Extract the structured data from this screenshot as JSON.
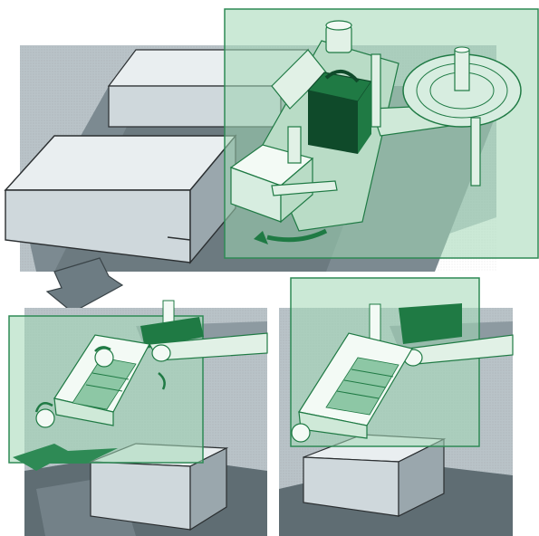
{
  "colors": {
    "background": "#ffffff",
    "panel_gray": "#b9c3c8",
    "panel_gray_dark": "#8d9aa1",
    "belt_dark": "#5f6d73",
    "box_light": "#e9eef0",
    "box_mid": "#cfd8dc",
    "box_dark": "#9aa7ad",
    "highlight_green": "#cfe9d8",
    "highlight_green_alpha": "rgba(160,215,180,0.55)",
    "frame_green": "#2e8a55",
    "machine_green": "#1f7a44",
    "machine_dark": "#0f4a2a",
    "line_dark": "#2b2f31"
  },
  "scenes": {
    "top": {
      "name": "print-and-apply-overview"
    },
    "bottom_left": {
      "name": "tamp-pad-applying-label"
    },
    "bottom_right": {
      "name": "tamp-pad-retracted"
    }
  },
  "icons": {
    "direction": "arrow-down-icon",
    "rotation": "curved-arrow-icon"
  }
}
